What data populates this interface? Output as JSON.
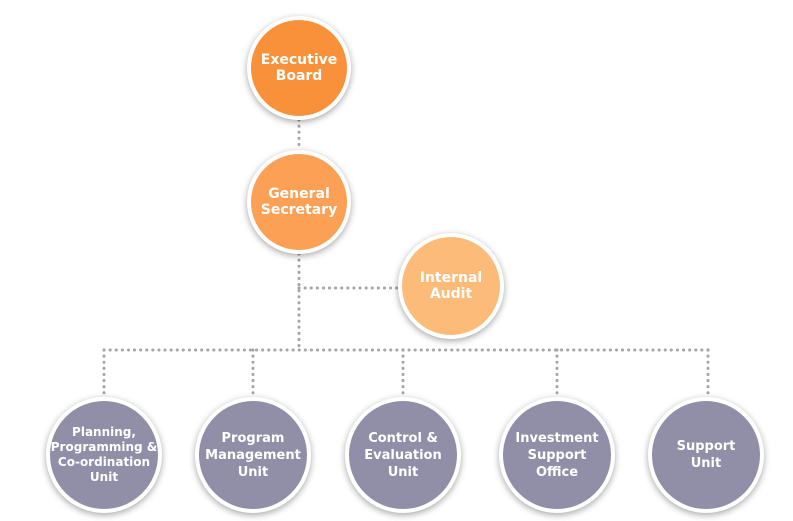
{
  "colors": {
    "board": "#f8913a",
    "secretary": "#fba055",
    "audit": "#fcbb78",
    "unit": "#918fa8",
    "connector": "#a4a4a4"
  },
  "nodes": {
    "executive_board": "Executive\nBoard",
    "general_secretary": "General\nSecretary",
    "internal_audit": "Internal\nAudit",
    "units": [
      "Planning,\nProgramming &\nCo-ordination\nUnit",
      "Program\nManagement\nUnit",
      "Control &\nEvaluation\nUnit",
      "Investment\nSupport\nOffice",
      "Support\nUnit"
    ]
  }
}
